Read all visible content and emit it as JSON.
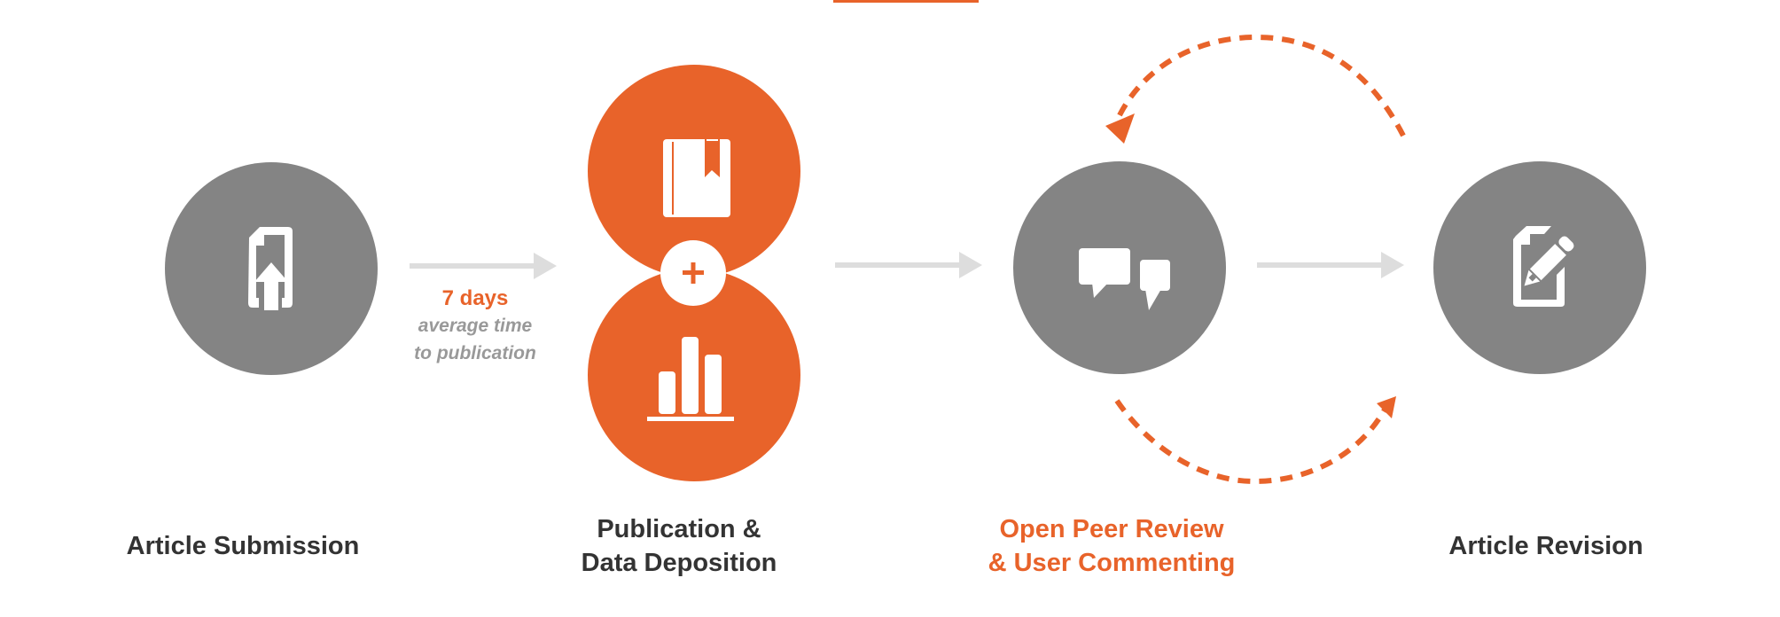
{
  "colors": {
    "accent": "#e8632a",
    "node_gray": "#848484",
    "arrow_gray": "#dddddd",
    "label_dark": "#333333",
    "stat_gray": "#999999"
  },
  "steps": [
    {
      "id": "submission",
      "label_lines": [
        "Article Submission"
      ],
      "icon": "upload-document-icon",
      "style": "gray"
    },
    {
      "id": "publication",
      "label_lines": [
        "Publication &",
        "Data Deposition"
      ],
      "icons": [
        "book-icon",
        "plus-icon",
        "bar-chart-icon"
      ],
      "style": "orange"
    },
    {
      "id": "peer-review",
      "label_lines": [
        "Open Peer Review",
        "& User Commenting"
      ],
      "icon": "chat-bubbles-icon",
      "style": "gray",
      "highlighted": true
    },
    {
      "id": "revision",
      "label_lines": [
        "Article Revision"
      ],
      "icon": "edit-document-icon",
      "style": "gray"
    }
  ],
  "stat": {
    "value": "7 days",
    "desc_line1": "average time",
    "desc_line2": "to publication"
  },
  "cycle": {
    "between": [
      "Open Peer Review",
      "Article Revision"
    ],
    "style": "dashed-arrows"
  }
}
